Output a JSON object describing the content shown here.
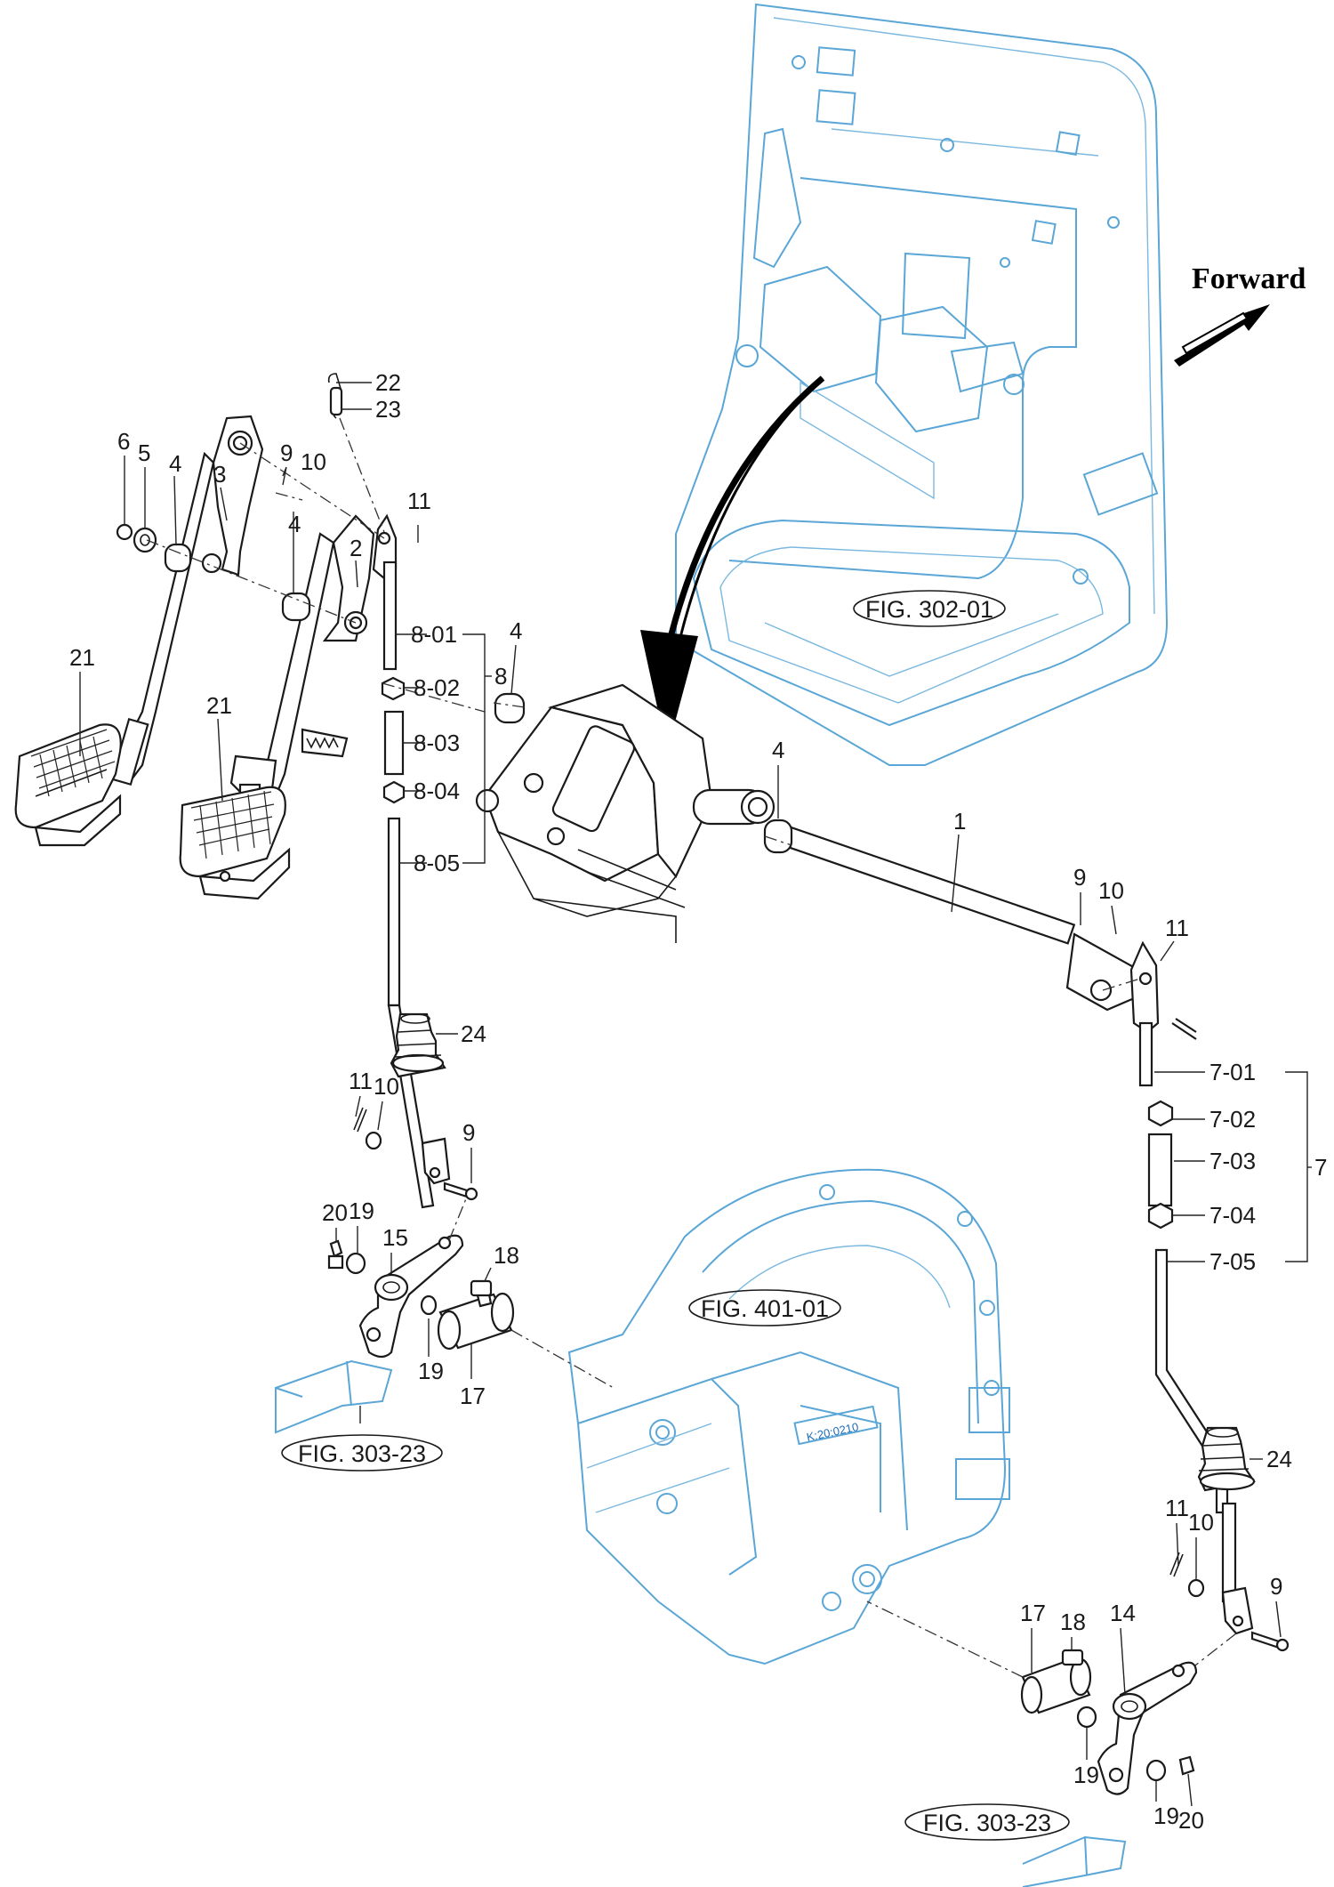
{
  "direction_label": "Forward",
  "figure_refs": [
    {
      "id": "fig-302",
      "text": "FIG. 302-01"
    },
    {
      "id": "fig-401",
      "text": "FIG. 401-01"
    },
    {
      "id": "fig-303-left",
      "text": "FIG. 303-23"
    },
    {
      "id": "fig-303-right",
      "text": "FIG. 303-23"
    }
  ],
  "callouts": [
    {
      "id": "c22",
      "text": "22"
    },
    {
      "id": "c23",
      "text": "23"
    },
    {
      "id": "c6",
      "text": "6"
    },
    {
      "id": "c5",
      "text": "5"
    },
    {
      "id": "c4a",
      "text": "4"
    },
    {
      "id": "c3",
      "text": "3"
    },
    {
      "id": "c9a",
      "text": "9"
    },
    {
      "id": "c10a",
      "text": "10"
    },
    {
      "id": "c4b",
      "text": "4"
    },
    {
      "id": "c2",
      "text": "2"
    },
    {
      "id": "c11a",
      "text": "11"
    },
    {
      "id": "c21a",
      "text": "21"
    },
    {
      "id": "c21b",
      "text": "21"
    },
    {
      "id": "c8-01",
      "text": "8-01"
    },
    {
      "id": "c8-02",
      "text": "8-02"
    },
    {
      "id": "c8",
      "text": "8"
    },
    {
      "id": "c8-03",
      "text": "8-03"
    },
    {
      "id": "c8-04",
      "text": "8-04"
    },
    {
      "id": "c8-05",
      "text": "8-05"
    },
    {
      "id": "c4c",
      "text": "4"
    },
    {
      "id": "c4d",
      "text": "4"
    },
    {
      "id": "c1",
      "text": "1"
    },
    {
      "id": "c9b",
      "text": "9"
    },
    {
      "id": "c10b",
      "text": "10"
    },
    {
      "id": "c11b",
      "text": "11"
    },
    {
      "id": "c24a",
      "text": "24"
    },
    {
      "id": "c11c",
      "text": "11"
    },
    {
      "id": "c10c",
      "text": "10"
    },
    {
      "id": "c9c",
      "text": "9"
    },
    {
      "id": "c20a",
      "text": "20"
    },
    {
      "id": "c19a",
      "text": "19"
    },
    {
      "id": "c15",
      "text": "15"
    },
    {
      "id": "c18a",
      "text": "18"
    },
    {
      "id": "c19b",
      "text": "19"
    },
    {
      "id": "c17a",
      "text": "17"
    },
    {
      "id": "c7-01",
      "text": "7-01"
    },
    {
      "id": "c7-02",
      "text": "7-02"
    },
    {
      "id": "c7-03",
      "text": "7-03"
    },
    {
      "id": "c7",
      "text": "7"
    },
    {
      "id": "c7-04",
      "text": "7-04"
    },
    {
      "id": "c7-05",
      "text": "7-05"
    },
    {
      "id": "c24b",
      "text": "24"
    },
    {
      "id": "c11d",
      "text": "11"
    },
    {
      "id": "c10d",
      "text": "10"
    },
    {
      "id": "c9d",
      "text": "9"
    },
    {
      "id": "c17b",
      "text": "17"
    },
    {
      "id": "c18b",
      "text": "18"
    },
    {
      "id": "c14",
      "text": "14"
    },
    {
      "id": "c19c",
      "text": "19"
    },
    {
      "id": "c19d",
      "text": "19"
    },
    {
      "id": "c20b",
      "text": "20"
    }
  ]
}
